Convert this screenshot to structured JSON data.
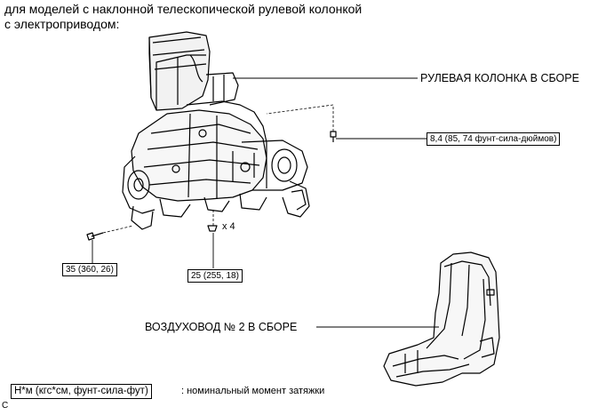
{
  "heading": {
    "line1": "для моделей с наклонной телескопической рулевой колонкой",
    "line2": "с электроприводом:"
  },
  "parts": {
    "steering_column": "РУЛЕВАЯ КОЛОНКА В СБОРЕ",
    "air_duct": "ВОЗДУХОВОД № 2 В СБОРЕ"
  },
  "torques": {
    "upper_right": "8,4 (85, 74 фунт-сила-дюймов)",
    "lower_left": "35 (360, 26)",
    "lower_center": "25 (255, 18)"
  },
  "quantity": "x 4",
  "legend": {
    "box": "Н*м (кгс*см, фунт-сила-фут)",
    "text": ": номинальный момент затяжки"
  },
  "corner_code": "C"
}
